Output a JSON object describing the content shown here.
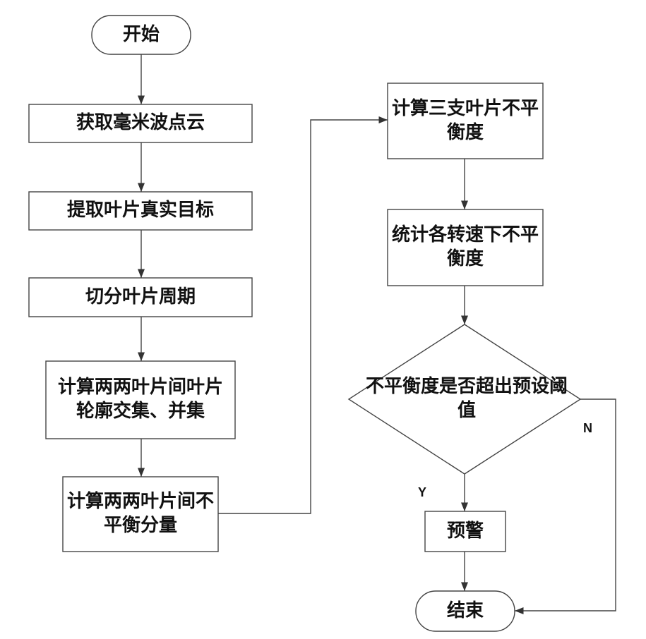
{
  "flowchart": {
    "start": "开始",
    "step_get_point_cloud": "获取毫米波点云",
    "step_extract_blades": "提取叶片真实目标",
    "step_split_period": "切分叶片周期",
    "step_contour_sets": "计算两两叶片间叶片轮廓交集、并集",
    "step_pairwise_imbalance": "计算两两叶片间不平衡分量",
    "step_three_blade_imbalance": "计算三支叶片不平衡度",
    "step_speed_stats": "统计各转速下不平衡度",
    "decision_threshold": "不平衡度是否超出预设阈值",
    "label_yes": "Y",
    "label_no": "N",
    "step_warning": "预警",
    "end": "结束"
  }
}
